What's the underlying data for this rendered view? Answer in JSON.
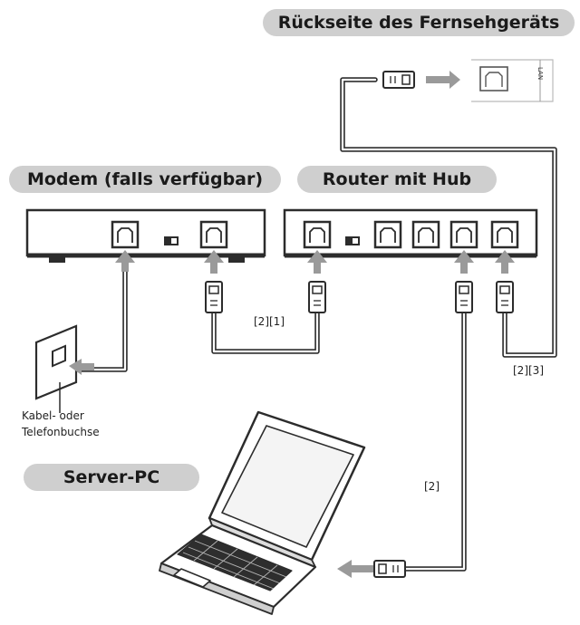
{
  "labels": {
    "tv_back": "Rückseite des Fernsehgeräts",
    "modem": "Modem (falls verfügbar)",
    "router": "Router mit Hub",
    "server_pc": "Server-PC",
    "wall_socket_line1": "Kabel- oder",
    "wall_socket_line2": "Telefonbuchse",
    "cable_modem_router": "[2][1]",
    "cable_router_tv": "[2][3]",
    "cable_router_pc": "[2]",
    "tv_port": "LAN"
  },
  "icons": [
    "rj45-plug-icon",
    "lan-port-icon",
    "arrow-icon",
    "laptop-icon",
    "wall-socket-icon"
  ],
  "colors": {
    "pill_bg": "#cfcfcf",
    "line": "#333333",
    "arrow": "#999999"
  }
}
